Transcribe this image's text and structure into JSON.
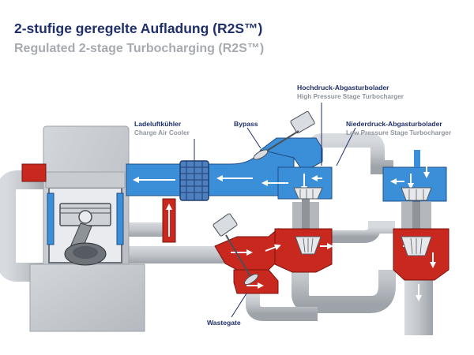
{
  "title": {
    "german": "2-stufige geregelte Aufladung (R2S™)",
    "english": "Regulated 2-stage Turbocharging (R2S™)"
  },
  "labels": {
    "charge_air_cooler": {
      "german": "Ladeluftkühler",
      "english": "Charge Air Cooler"
    },
    "bypass": {
      "german": "Bypass"
    },
    "high_pressure_turbo": {
      "german": "Hochdruck-Abgasturbolader",
      "english": "High Pressure Stage Turbocharger"
    },
    "low_pressure_turbo": {
      "german": "Niederdruck-Abgasturbolader",
      "english": "Low Pressure Stage Turbocharger"
    },
    "wastegate": {
      "german": "Wastegate"
    }
  },
  "colors": {
    "intake_air": "#3b8fd8",
    "exhaust_gas": "#c8281e",
    "pipe_gray": "#bfc3c8",
    "title_blue": "#1f2f6b",
    "subtitle_gray": "#a7abb1"
  }
}
